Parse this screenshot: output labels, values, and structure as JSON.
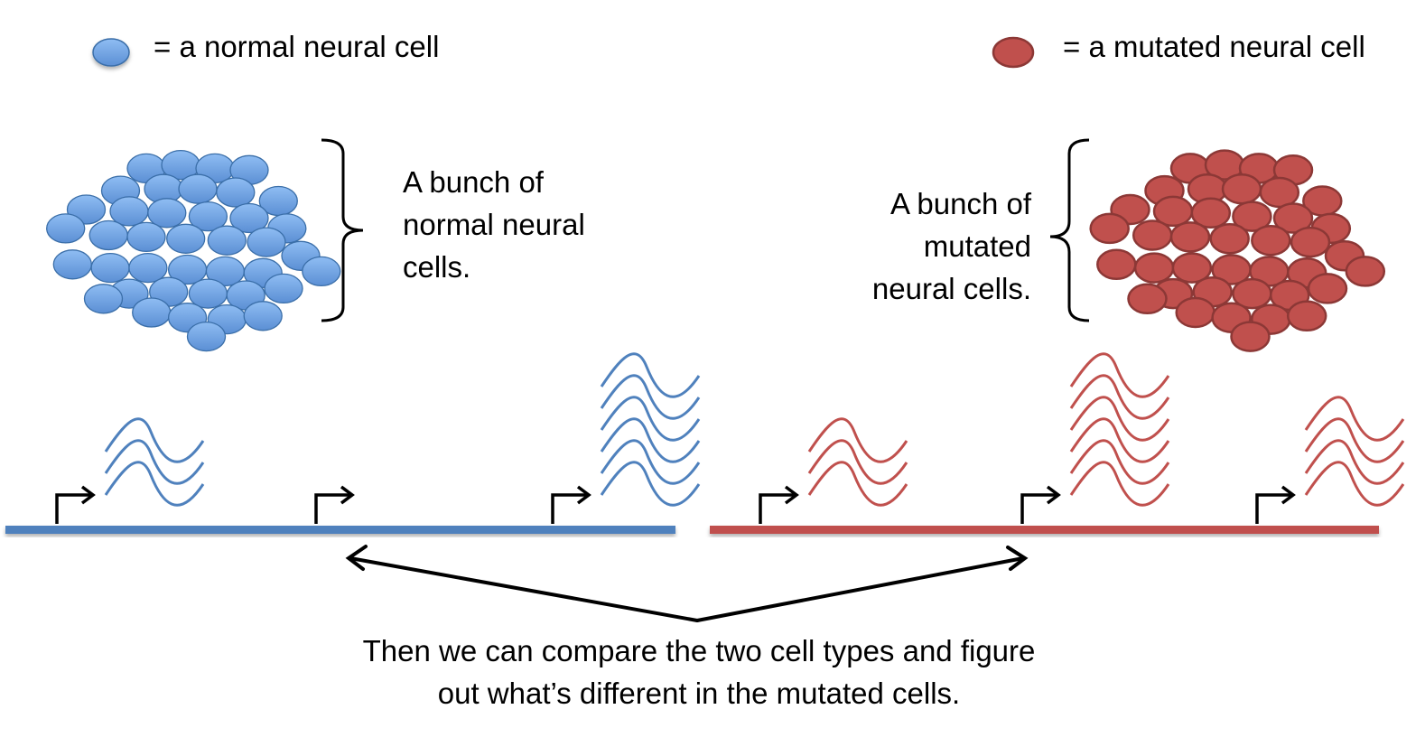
{
  "legend": {
    "normal": {
      "label": "= a normal neural cell",
      "icon": "blue-cell-icon"
    },
    "mutated": {
      "label": "= a mutated neural cell",
      "icon": "red-cell-icon"
    }
  },
  "clusters": {
    "normal": {
      "label": "A bunch of\nnormal neural\ncells.",
      "icon": "normal-cell-cluster"
    },
    "mutated": {
      "label": "A bunch of\nmutated\nneural cells.",
      "icon": "mutated-cell-cluster"
    }
  },
  "genomes": {
    "normal": {
      "name": "normal-genome",
      "genes": [
        {
          "name": "gene-1",
          "transcripts": 3
        },
        {
          "name": "gene-2",
          "transcripts": 0
        },
        {
          "name": "gene-3",
          "transcripts": 6
        }
      ]
    },
    "mutated": {
      "name": "mutated-genome",
      "genes": [
        {
          "name": "gene-1",
          "transcripts": 3
        },
        {
          "name": "gene-2",
          "transcripts": 6
        },
        {
          "name": "gene-3",
          "transcripts": 4
        }
      ]
    }
  },
  "caption": "Then we can compare the two cell types and figure out what’s different in the mutated cells.",
  "colors": {
    "normal_fill": "#6a9fe0",
    "normal_stroke": "#3a6ea8",
    "normal_line": "#4f81bd",
    "mutated_fill": "#c0504d",
    "mutated_stroke": "#8c3836",
    "mutated_line": "#c0504d",
    "arrow": "#000000"
  }
}
